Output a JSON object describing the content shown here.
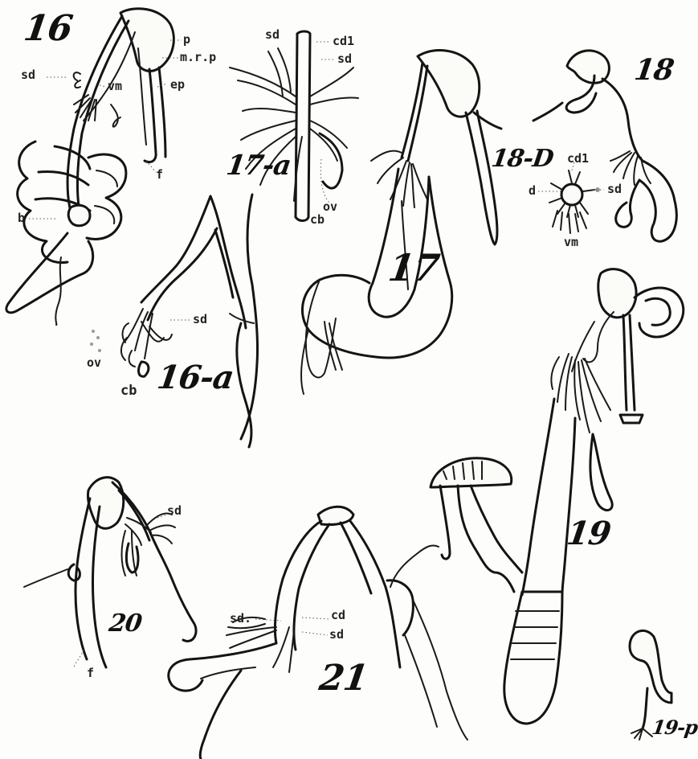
{
  "figures": {
    "f16": "16",
    "f16a": "16-a",
    "f17": "17",
    "f17a": "17-a",
    "f18": "18",
    "f18d": "18-D",
    "f19": "19",
    "f19p": "19-p",
    "f20": "20",
    "f21": "21"
  },
  "labels": {
    "fig16": {
      "sd": "sd",
      "p": "p",
      "mrp": "m.r.p",
      "vm": "vm",
      "ep": "ep",
      "f": "f",
      "b": "b"
    },
    "fig16a": {
      "sd": "sd",
      "ov": "ov",
      "cb": "cb"
    },
    "fig17a": {
      "sd_left": "sd",
      "cd1": "cd1",
      "sd_right": "sd",
      "ov": "ov",
      "cb": "cb"
    },
    "fig18d": {
      "d": "d",
      "cd1": "cd1",
      "sd": "sd",
      "vm": "vm"
    },
    "fig20": {
      "sd": "sd",
      "f": "f"
    },
    "fig21": {
      "sd_left": "sd.",
      "cd": "cd",
      "sd_right": "sd"
    }
  }
}
